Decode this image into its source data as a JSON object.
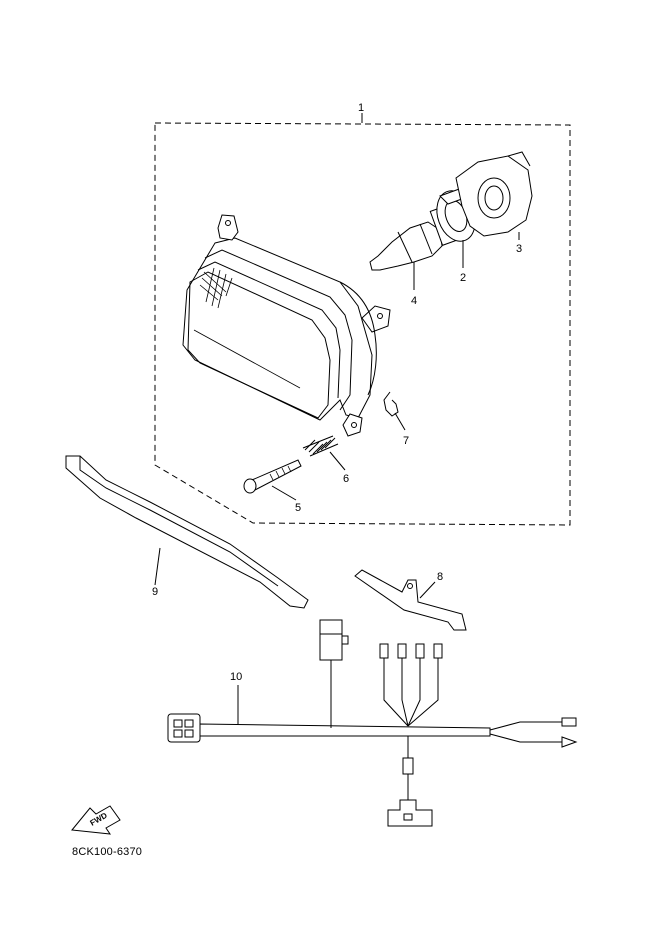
{
  "diagram": {
    "part_labels": {
      "p1": "1",
      "p2": "2",
      "p3": "3",
      "p4": "4",
      "p5": "5",
      "p6": "6",
      "p7": "7",
      "p8": "8",
      "p9": "9",
      "p10": "10"
    },
    "fwd_label": "FWD",
    "diagram_code": "8CK100-6370"
  },
  "colors": {
    "line": "#000000",
    "background": "#ffffff"
  }
}
